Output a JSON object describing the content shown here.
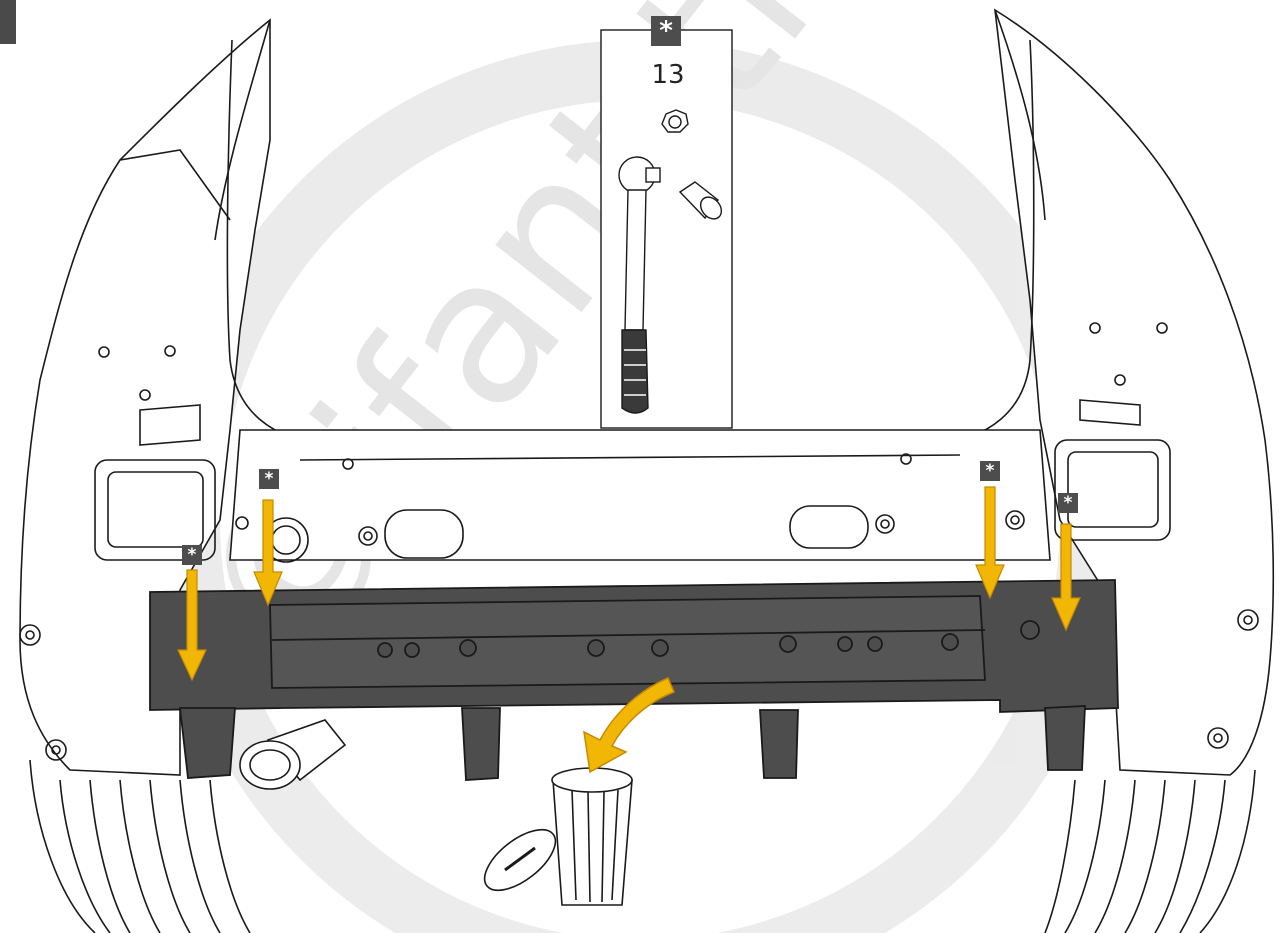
{
  "watermark": {
    "text": "©ifant tre",
    "color": "#d9d9d9"
  },
  "tool_callout": {
    "marker_symbol": "*",
    "socket_size": "13",
    "tools": [
      "hex-nut-icon",
      "ratchet-wrench-icon",
      "socket-icon"
    ]
  },
  "bolt_markers": {
    "symbol": "*",
    "count": 4
  },
  "colors": {
    "bumper_beam": "#4d4d4d",
    "arrow": "#f2b705",
    "arrow_outline": "#c48a00",
    "line_art": "#1a1a1a",
    "marker_bg": "#4d4d4d"
  },
  "actions": [
    "remove-bolts",
    "discard-bumper-beam"
  ]
}
